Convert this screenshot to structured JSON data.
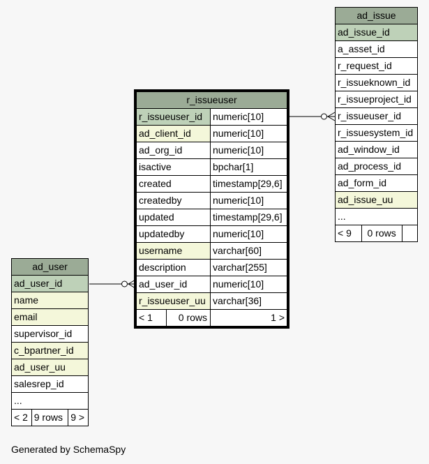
{
  "tables": {
    "ad_issue": {
      "name": "ad_issue",
      "columns": [
        "ad_issue_id",
        "a_asset_id",
        "r_request_id",
        "r_issueknown_id",
        "r_issueproject_id",
        "r_issueuser_id",
        "r_issuesystem_id",
        "ad_window_id",
        "ad_process_id",
        "ad_form_id",
        "ad_issue_uu",
        "..."
      ],
      "footer": {
        "parents": "< 9",
        "rows": "0 rows",
        "children": ""
      }
    },
    "r_issueuser": {
      "name": "r_issueuser",
      "columns": [
        {
          "name": "r_issueuser_id",
          "type": "numeric[10]"
        },
        {
          "name": "ad_client_id",
          "type": "numeric[10]"
        },
        {
          "name": "ad_org_id",
          "type": "numeric[10]"
        },
        {
          "name": "isactive",
          "type": "bpchar[1]"
        },
        {
          "name": "created",
          "type": "timestamp[29,6]"
        },
        {
          "name": "createdby",
          "type": "numeric[10]"
        },
        {
          "name": "updated",
          "type": "timestamp[29,6]"
        },
        {
          "name": "updatedby",
          "type": "numeric[10]"
        },
        {
          "name": "username",
          "type": "varchar[60]"
        },
        {
          "name": "description",
          "type": "varchar[255]"
        },
        {
          "name": "ad_user_id",
          "type": "numeric[10]"
        },
        {
          "name": "r_issueuser_uu",
          "type": "varchar[36]"
        }
      ],
      "footer": {
        "parents": "< 1",
        "rows": "0 rows",
        "children": "1 >"
      }
    },
    "ad_user": {
      "name": "ad_user",
      "columns": [
        "ad_user_id",
        "name",
        "email",
        "supervisor_id",
        "c_bpartner_id",
        "ad_user_uu",
        "salesrep_id",
        "..."
      ],
      "footer": {
        "parents": "< 2",
        "rows": "9 rows",
        "children": "9 >"
      }
    }
  },
  "colors": {
    "header": "#9bab96",
    "primary_key": "#bed1b8",
    "indexed": "#f4f7da",
    "background": "#f7f7f7"
  },
  "footer_text": "Generated by SchemaSpy"
}
